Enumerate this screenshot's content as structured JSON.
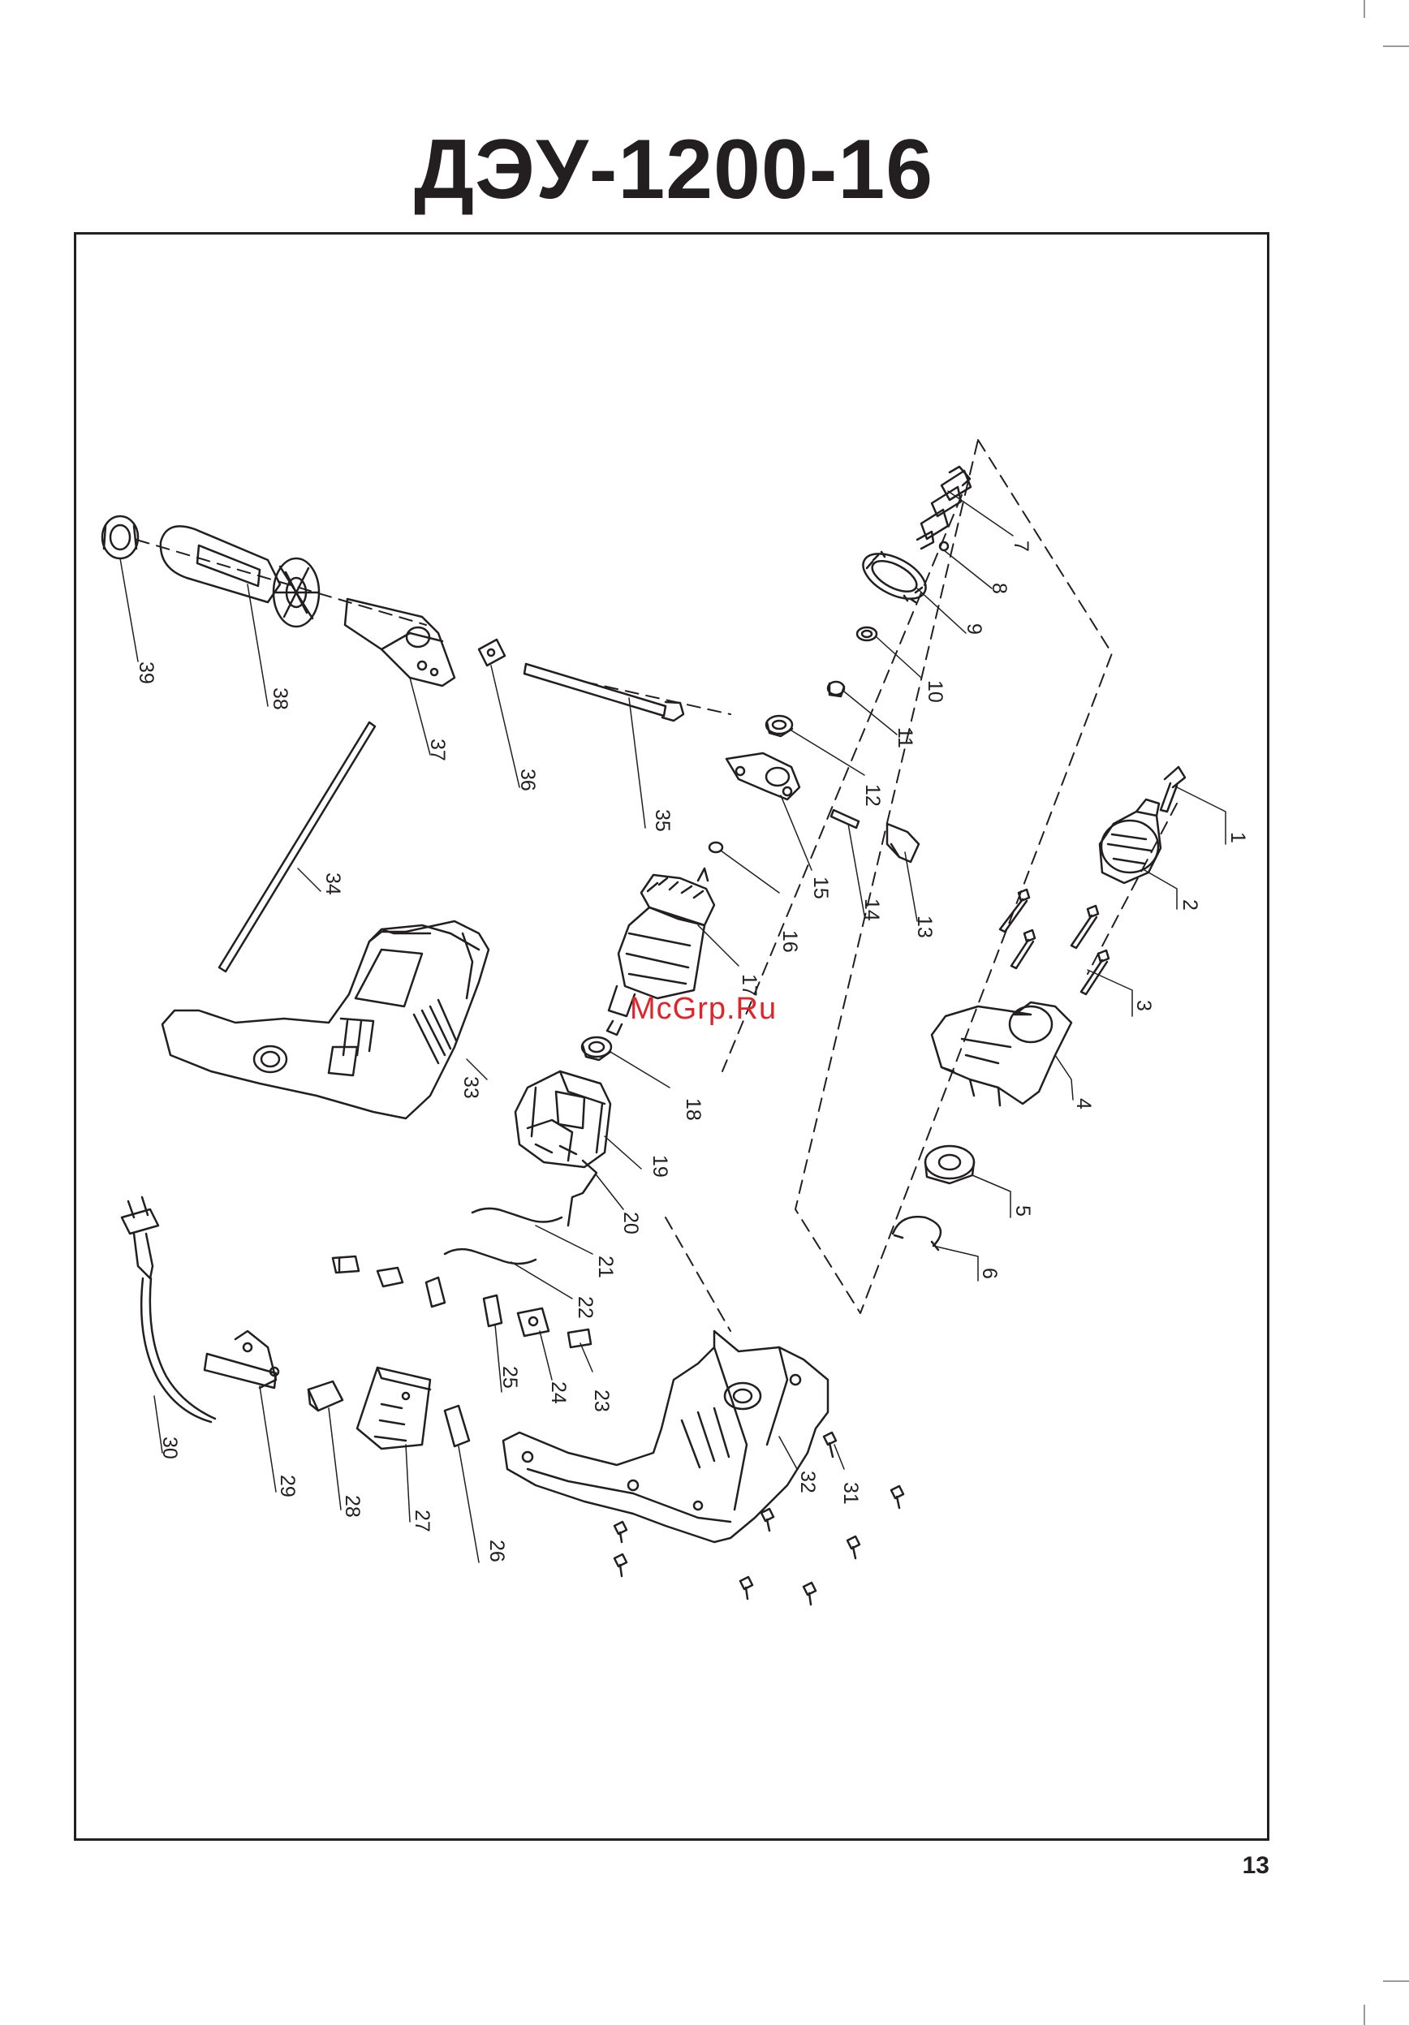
{
  "title": "ДЭУ-1200-16",
  "page_number": "13",
  "watermark": "McGrp.Ru",
  "part_labels": [
    "1",
    "2",
    "3",
    "4",
    "5",
    "6",
    "7",
    "8",
    "9",
    "10",
    "11",
    "12",
    "13",
    "14",
    "15",
    "16",
    "17",
    "18",
    "19",
    "20",
    "21",
    "22",
    "23",
    "24",
    "25",
    "26",
    "27",
    "28",
    "29",
    "30",
    "31",
    "32",
    "33",
    "34",
    "35",
    "36",
    "37",
    "38",
    "39"
  ]
}
